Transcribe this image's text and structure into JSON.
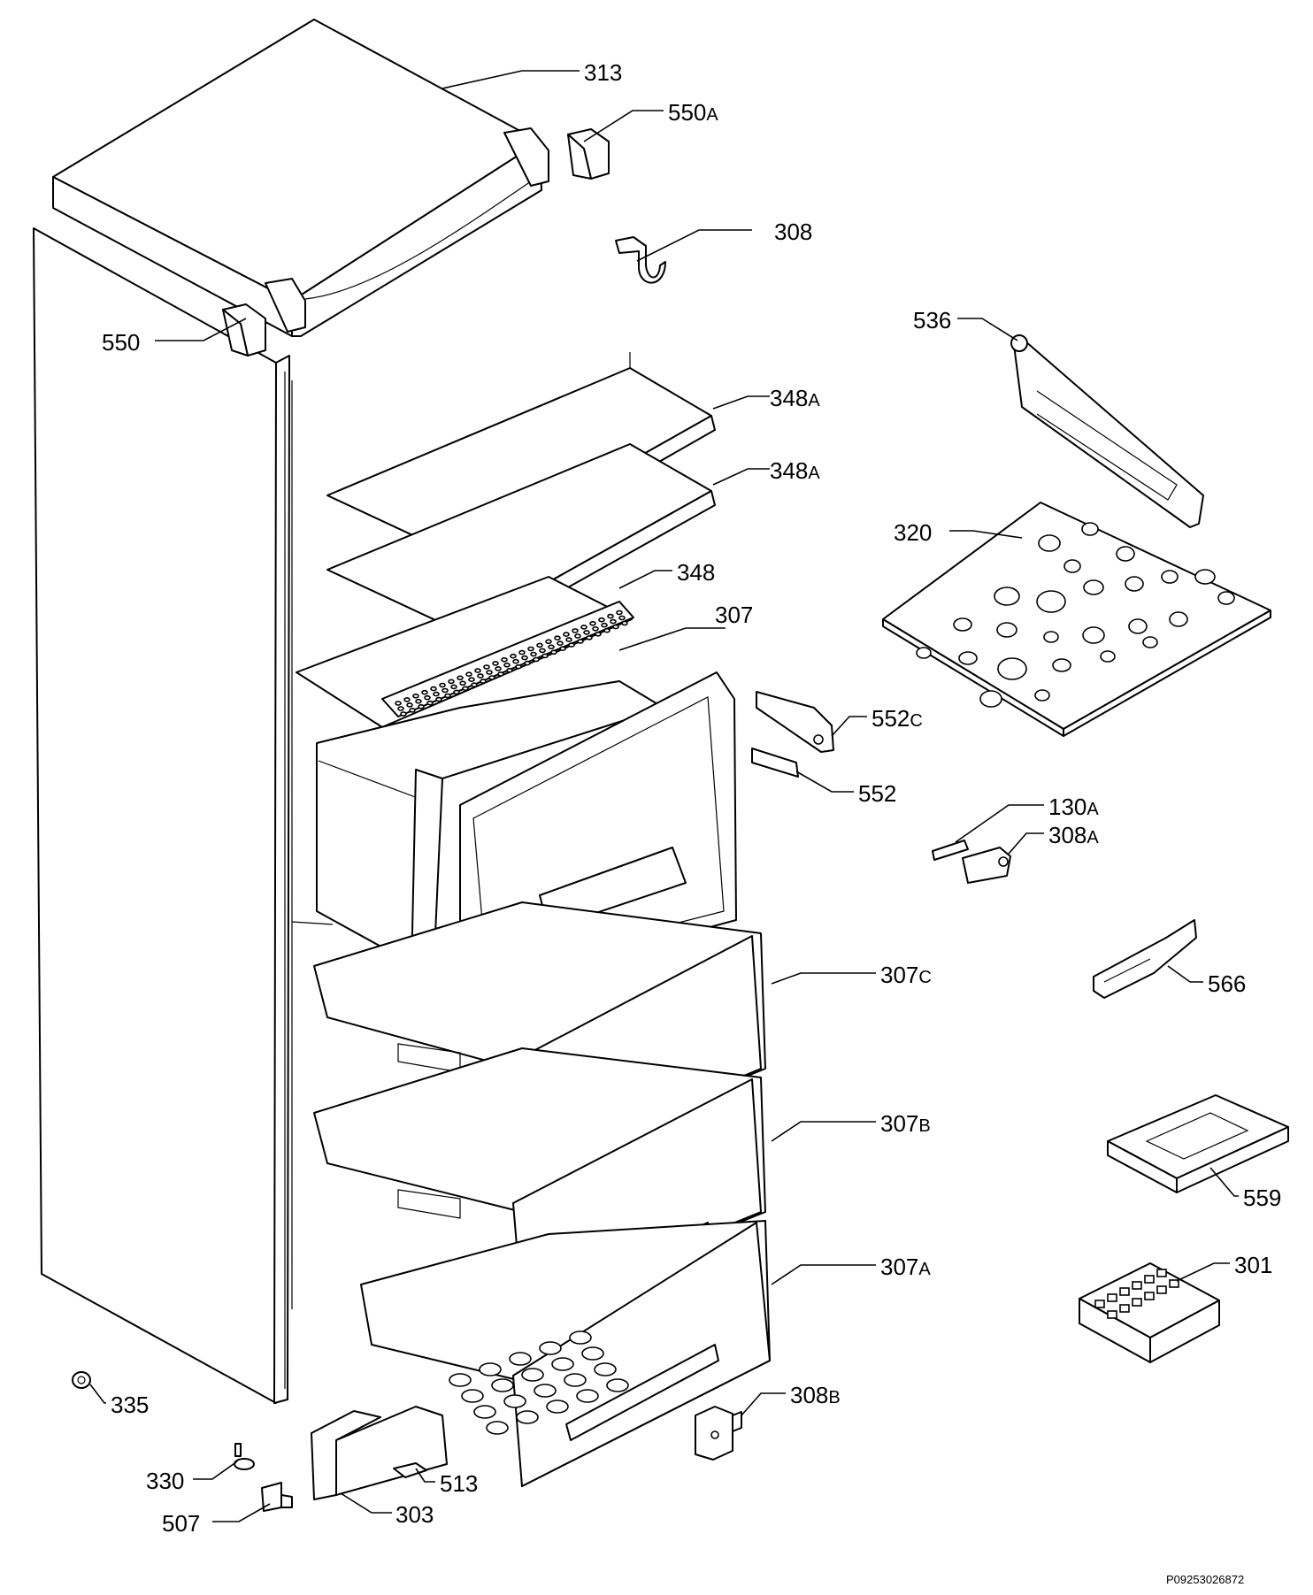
{
  "diagram": {
    "reference_code": "P09253026872",
    "labels": [
      {
        "id": "313",
        "num": "313",
        "suffix": ""
      },
      {
        "id": "550A",
        "num": "550",
        "suffix": "A"
      },
      {
        "id": "308",
        "num": "308",
        "suffix": ""
      },
      {
        "id": "550",
        "num": "550",
        "suffix": ""
      },
      {
        "id": "536",
        "num": "536",
        "suffix": ""
      },
      {
        "id": "348A-1",
        "num": "348",
        "suffix": "A"
      },
      {
        "id": "348A-2",
        "num": "348",
        "suffix": "A"
      },
      {
        "id": "320",
        "num": "320",
        "suffix": ""
      },
      {
        "id": "348",
        "num": "348",
        "suffix": ""
      },
      {
        "id": "307",
        "num": "307",
        "suffix": ""
      },
      {
        "id": "552C",
        "num": "552",
        "suffix": "C"
      },
      {
        "id": "552",
        "num": "552",
        "suffix": ""
      },
      {
        "id": "130A",
        "num": "130",
        "suffix": "A"
      },
      {
        "id": "308A",
        "num": "308",
        "suffix": "A"
      },
      {
        "id": "307C",
        "num": "307",
        "suffix": "C"
      },
      {
        "id": "566",
        "num": "566",
        "suffix": ""
      },
      {
        "id": "307B",
        "num": "307",
        "suffix": "B"
      },
      {
        "id": "559",
        "num": "559",
        "suffix": ""
      },
      {
        "id": "307A",
        "num": "307",
        "suffix": "A"
      },
      {
        "id": "301",
        "num": "301",
        "suffix": ""
      },
      {
        "id": "335",
        "num": "335",
        "suffix": ""
      },
      {
        "id": "308B",
        "num": "308",
        "suffix": "B"
      },
      {
        "id": "330",
        "num": "330",
        "suffix": ""
      },
      {
        "id": "513",
        "num": "513",
        "suffix": ""
      },
      {
        "id": "507",
        "num": "507",
        "suffix": ""
      },
      {
        "id": "303",
        "num": "303",
        "suffix": ""
      }
    ]
  }
}
